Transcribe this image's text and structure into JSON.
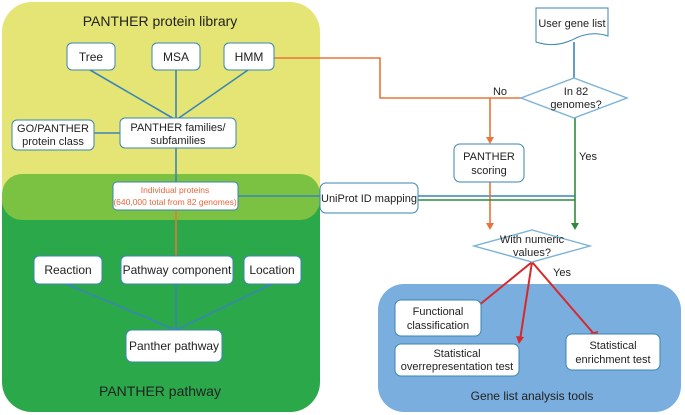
{
  "regions": {
    "library_title": "PANTHER protein library",
    "pathway_title": "PANTHER pathway",
    "tools_title": "Gene list analysis tools"
  },
  "nodes": {
    "tree": "Tree",
    "msa": "MSA",
    "hmm": "HMM",
    "families": [
      "PANTHER families/",
      "subfamilies"
    ],
    "go_class": [
      "GO/PANTHER",
      "protein class"
    ],
    "proteins": [
      "Individual proteins",
      "(640,000 total from 82 genomes)"
    ],
    "reaction": "Reaction",
    "pathway_component": "Pathway component",
    "location": "Location",
    "panther_pathway": "Panther pathway",
    "user_gene_list": "User gene list",
    "in82": [
      "In 82",
      "genomes?"
    ],
    "panther_scoring": [
      "PANTHER",
      "scoring"
    ],
    "uniprot": "UniProt ID mapping",
    "numeric": [
      "With numeric",
      "values?"
    ],
    "functional": [
      "Functional",
      "classification"
    ],
    "overrep": [
      "Statistical",
      "overrepresentation test"
    ],
    "enrichment": [
      "Statistical",
      "enrichment test"
    ]
  },
  "edge_labels": {
    "no": "No",
    "yes": "Yes",
    "yes2": "Yes"
  },
  "colors": {
    "library_bg": "#e5e575",
    "proteins_band": "#7cc242",
    "pathway_bg": "#2aa84a",
    "tools_bg": "#7aaedf",
    "blue_line": "#3a86b4",
    "orange_line": "#e8743b",
    "green_line": "#2e8b3a",
    "red_line": "#d8282a",
    "diamond_stroke": "#7ab3d6",
    "proteins_text": "#e8663a"
  },
  "icons": {
    "user_gene_list": "document-icon",
    "decisions": "diamond-shape"
  }
}
